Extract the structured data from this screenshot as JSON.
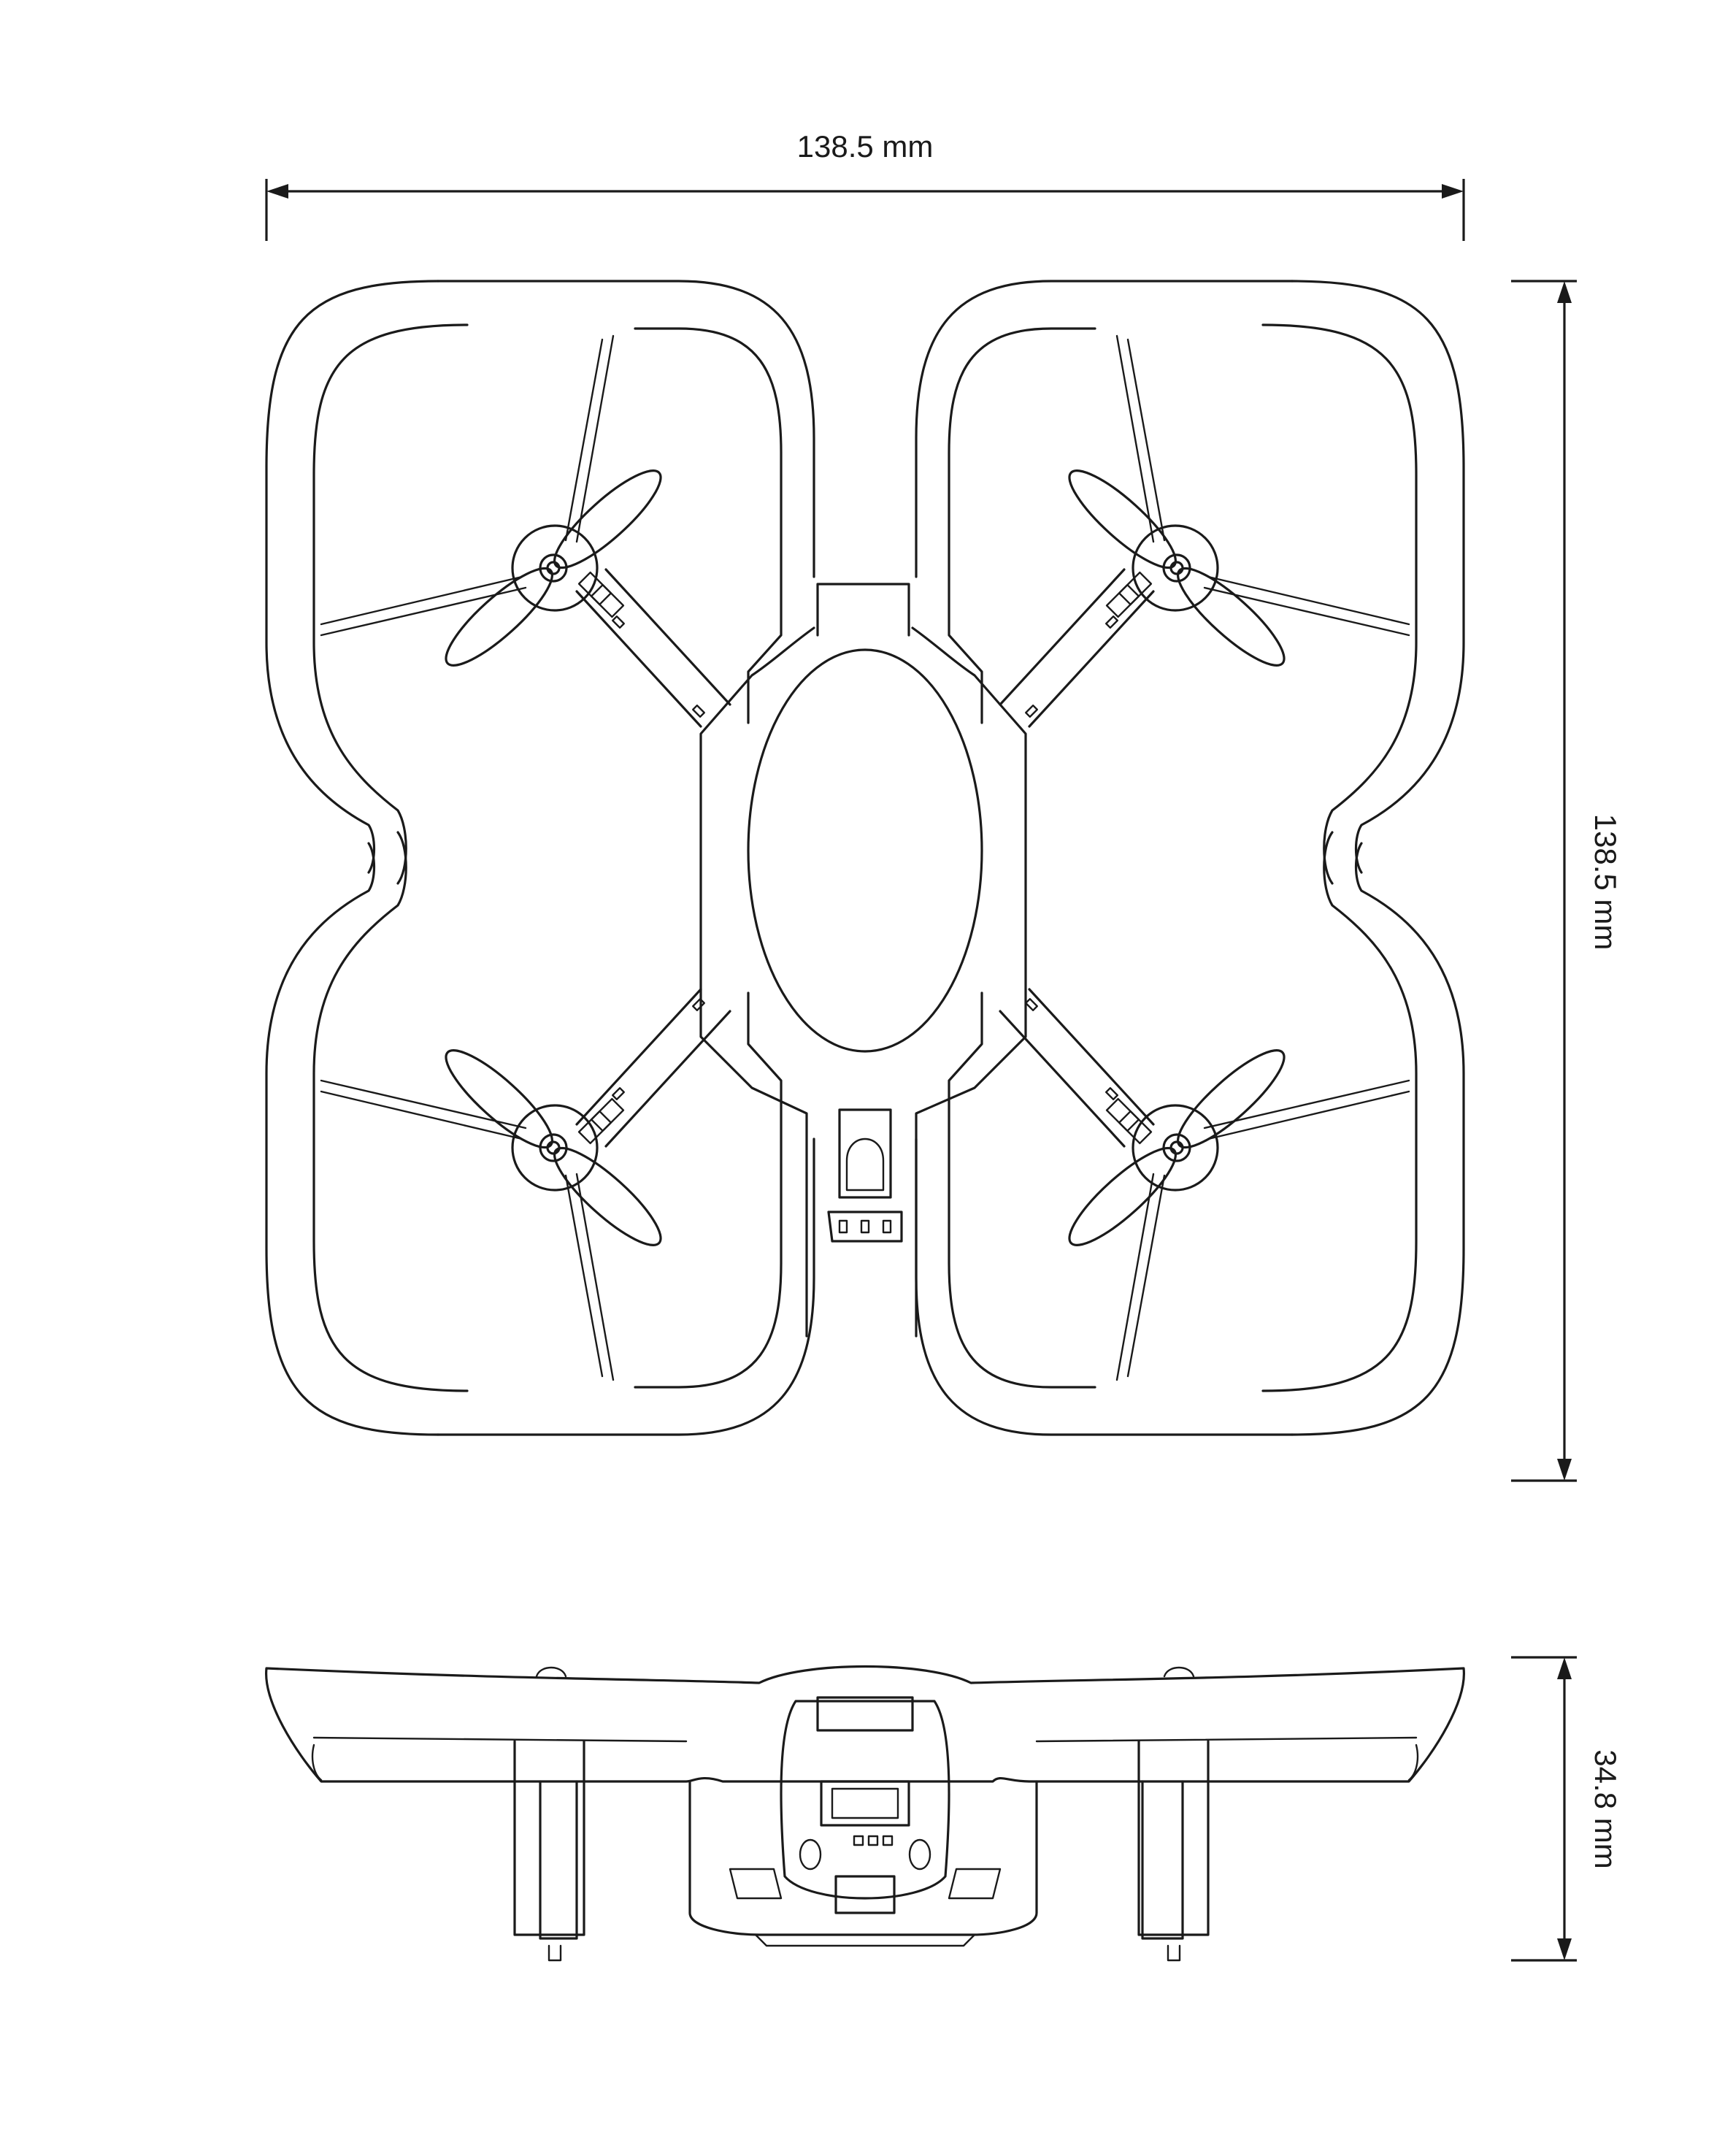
{
  "dimensions": {
    "width_label": "138.5 mm",
    "length_label": "138.5 mm",
    "height_label": "34.8 mm"
  },
  "colors": {
    "line": "#1a1a1a",
    "background": "#ffffff"
  }
}
